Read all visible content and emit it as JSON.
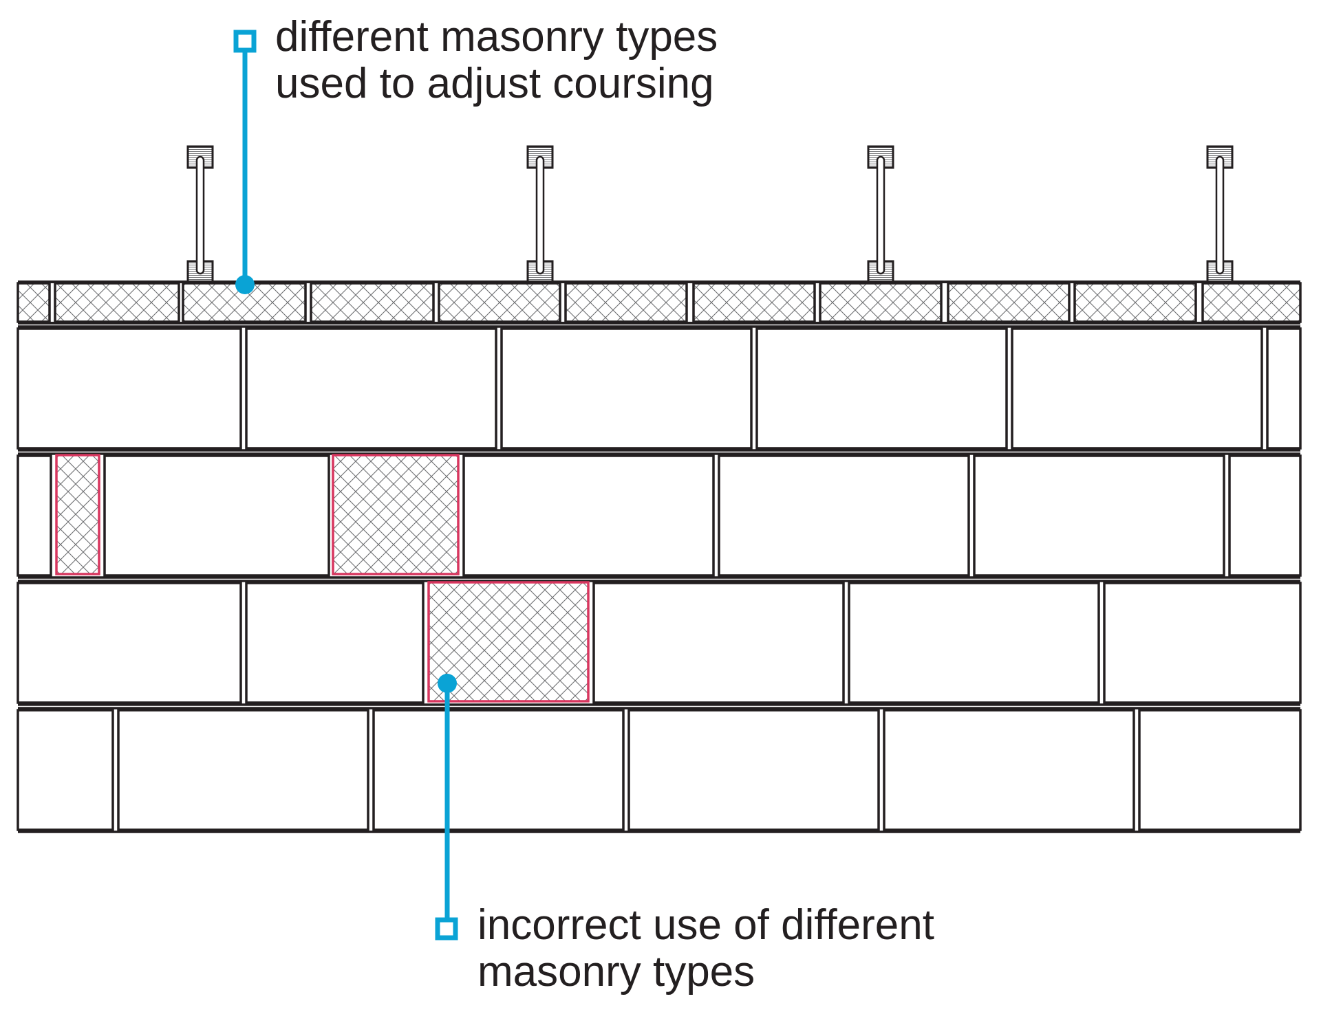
{
  "callouts": [
    {
      "id": "callout-top",
      "lines": [
        "different masonry types",
        "used to adjust coursing"
      ]
    },
    {
      "id": "callout-bottom",
      "lines": [
        "incorrect use of different",
        "masonry types"
      ]
    }
  ],
  "colors": {
    "callout": "#0aa3d5",
    "highlight": "#d8365f",
    "outline": "#231f20",
    "background": "#ffffff"
  }
}
